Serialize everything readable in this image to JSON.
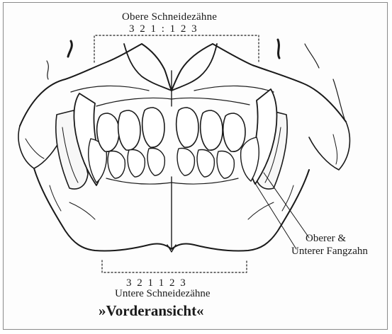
{
  "upper_incisors": {
    "title": "Obere Schneidezähne",
    "numbers": "3 2 1 : 1 2 3"
  },
  "lower_incisors": {
    "numbers": "3 2 1 1 2 3",
    "title": "Untere Schneidezähne"
  },
  "canine_label": {
    "line1": "Oberer &",
    "line2": "Unterer Fangzahn"
  },
  "view_title": "»Vorderansicht«",
  "colors": {
    "ink": "#1a1a1a",
    "paper": "#fdfdfd",
    "frame": "#8a8a8a"
  }
}
